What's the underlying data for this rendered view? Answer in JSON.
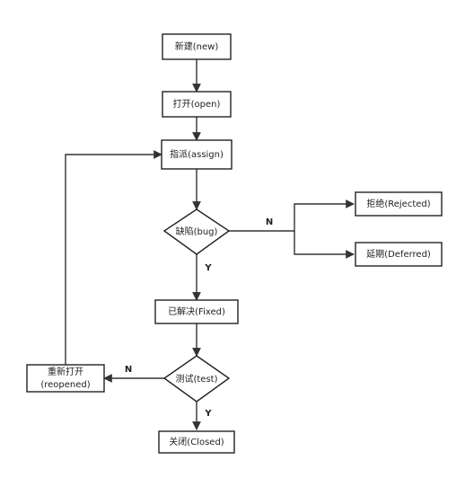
{
  "nodes": {
    "new": "新建(new)",
    "open": "打开(open)",
    "assign": "指派(assign)",
    "bug": "缺陷(bug)",
    "rejected": "拒绝(Rejected)",
    "deferred": "延期(Deferred)",
    "fixed": "已解决(Fixed)",
    "test": "测试(test)",
    "reopened_line1": "重新打开",
    "reopened_line2": "(reopened)",
    "closed": "关闭(Closed)"
  },
  "edges": {
    "bug_no": "N",
    "bug_yes": "Y",
    "test_no": "N",
    "test_yes": "Y"
  },
  "colors": {
    "stroke": "#222222",
    "fill": "#ffffff"
  }
}
